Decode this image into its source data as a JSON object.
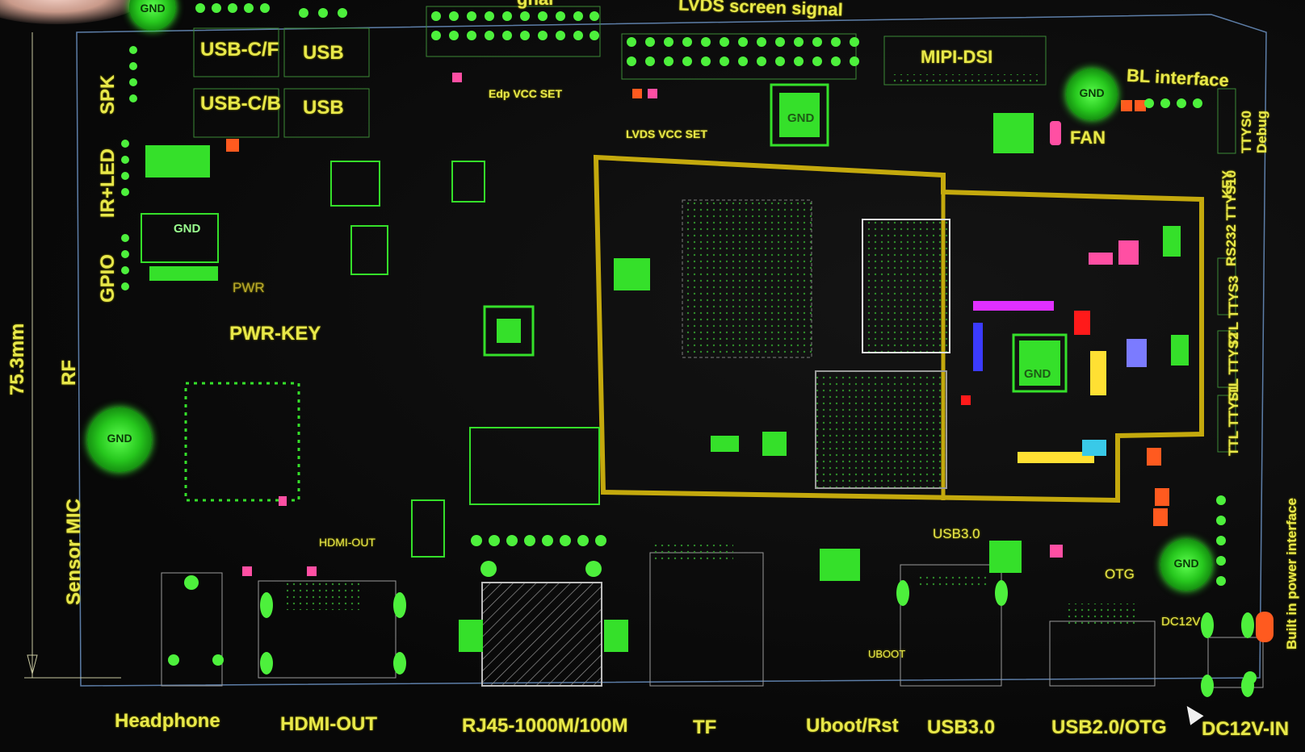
{
  "board": {
    "dimension_label": "75.3mm",
    "header_partial": "gnal",
    "top_labels": {
      "lvds_signal": "LVDS screen signal",
      "mipi": "MIPI-DSI",
      "bl": "BL interface",
      "edp_vcc": "Edp VCC SET",
      "lvds_vcc": "LVDS VCC SET",
      "fan": "FAN",
      "pwr": "PWR",
      "pwr_key": "PWR-KEY",
      "hdmi_small": "HDMI-OUT",
      "usb30_small": "USB3.0",
      "otg_small": "OTG",
      "dc12v_small": "DC12V",
      "uboot_small": "UBOOT"
    },
    "usb_ports": [
      "USB-C/F",
      "USB",
      "USB-C/B",
      "USB"
    ],
    "left_labels": [
      "SPK",
      "IR+LED",
      "GPIO",
      "RF",
      "Sensor MIC"
    ],
    "right_labels": [
      "TTYS0 Debug",
      "KEY",
      "RS232 TTYS10",
      "TTL TTYS3",
      "TTL TTYS2",
      "TTL TTYS1",
      "Built in power interface"
    ],
    "gnd_label": "GND",
    "bottom_labels": [
      "Headphone",
      "HDMI-OUT",
      "RJ45-1000M/100M",
      "TF",
      "Uboot/Rst",
      "USB3.0",
      "USB2.0/OTG",
      "DC12V-IN"
    ],
    "colors": {
      "label": "#e8e84a",
      "copper": "#35e02a",
      "outline": "#c4a90d",
      "background": "#0b0b0b",
      "pad_orange": "#ff5a1f",
      "pad_pink": "#ff4fa3",
      "pad_red": "#ff1a1a",
      "pad_magenta": "#e030ff",
      "pad_blue": "#7b7bff",
      "pad_cyan": "#39c9e8",
      "pad_yellow": "#ffe033"
    }
  }
}
